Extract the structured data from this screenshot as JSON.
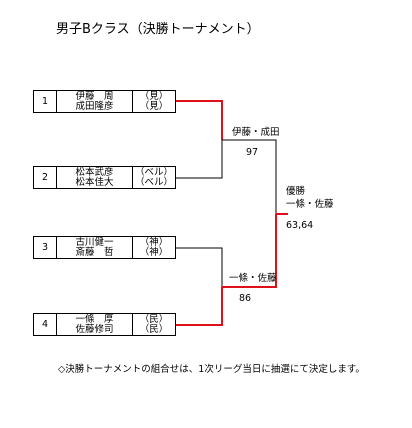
{
  "title": "男子Bクラス（決勝トーナメント）",
  "entries": [
    {
      "seed": "1",
      "player1": "伊藤　周",
      "player2": "成田隆彦",
      "team1": "（見）",
      "team2": "（見）"
    },
    {
      "seed": "2",
      "player1": "松本武彦",
      "player2": "松本佳大",
      "team1": "（ベル）",
      "team2": "（ベル）"
    },
    {
      "seed": "3",
      "player1": "古川健一",
      "player2": "斎藤　哲",
      "team1": "（神）",
      "team2": "（神）"
    },
    {
      "seed": "4",
      "player1": "一條　厚",
      "player2": "佐藤修司",
      "team1": "（民）",
      "team2": "（民）"
    }
  ],
  "semi1": {
    "winner": "伊藤・成田",
    "score": "97"
  },
  "semi2": {
    "winner": "一條・佐藤",
    "score": "86"
  },
  "final": {
    "label": "優勝",
    "winner": "一條・佐藤",
    "score": "63,64"
  },
  "note": "◇決勝トーナメントの組合せは、1次リーグ当日に抽選にて決定します。",
  "colors": {
    "winner_line": "#e0101a",
    "line": "#000000"
  }
}
